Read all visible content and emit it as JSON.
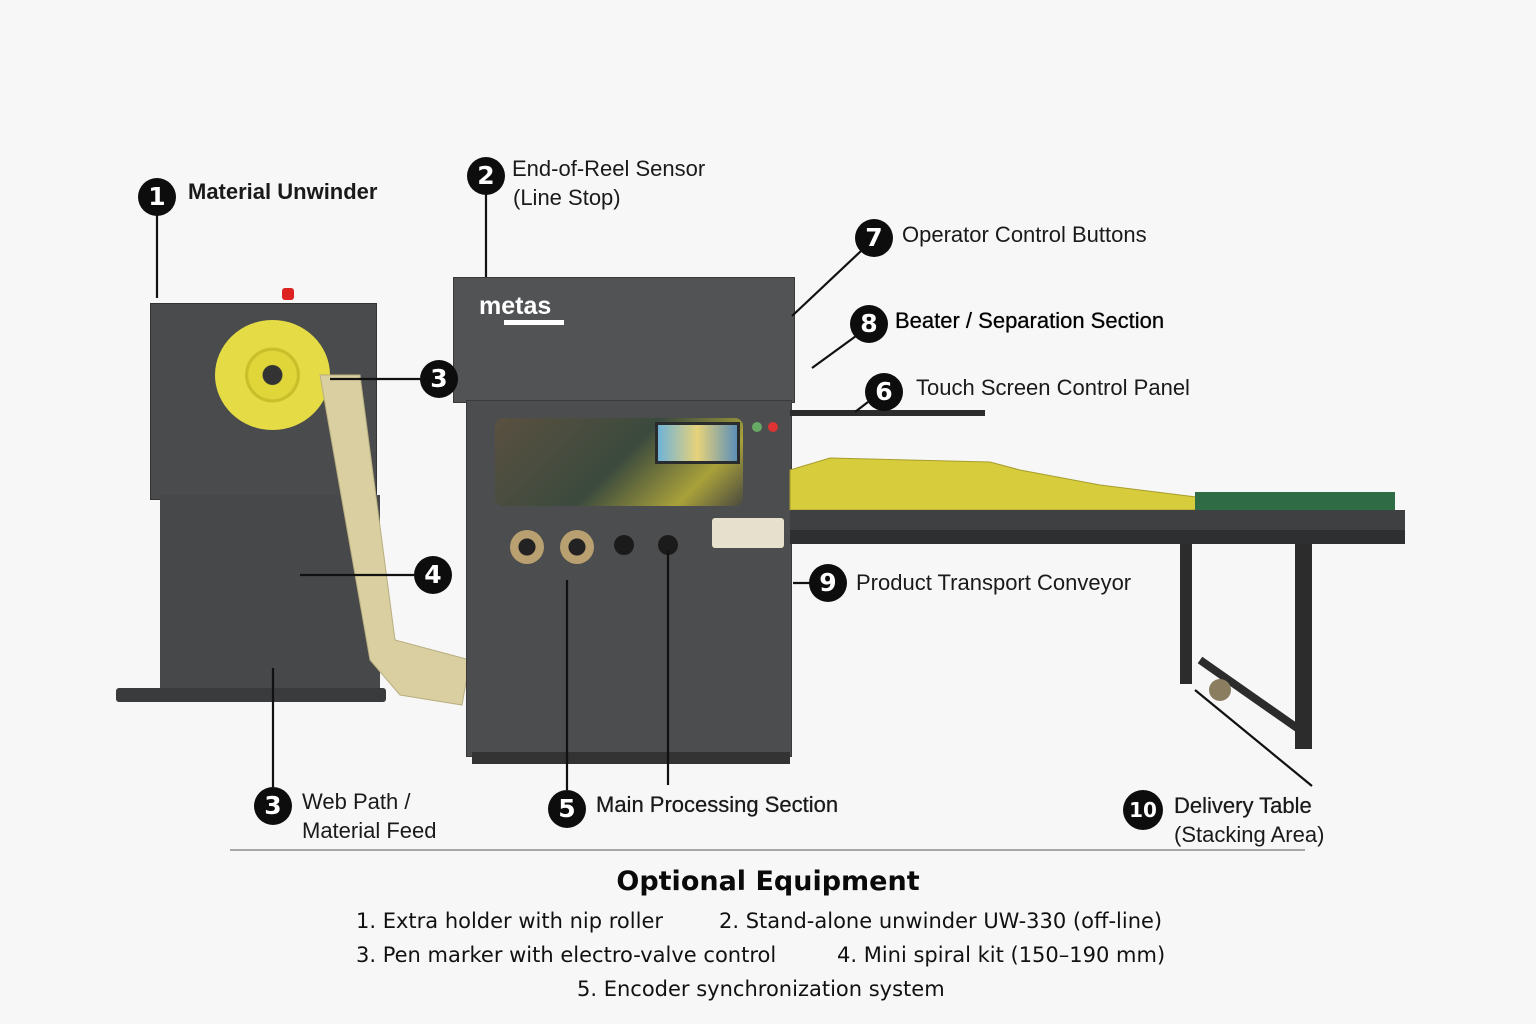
{
  "callouts": [
    {
      "number": "1",
      "label": "Material Unwinder"
    },
    {
      "number": "2",
      "label": "End-of-Reel Sensor",
      "sub": "(Line Stop)"
    },
    {
      "number": "3",
      "label": ""
    },
    {
      "number": "4",
      "label": ""
    },
    {
      "number": "7",
      "label": "Operator Control Buttons"
    },
    {
      "number": "8",
      "label": "Beater / Separation Section"
    },
    {
      "number": "6",
      "label": "Touch Screen Control Panel"
    },
    {
      "number": "9",
      "label": "Product Transport Conveyor"
    },
    {
      "number": "3",
      "label": "Web Path /",
      "sub": "Material Feed"
    },
    {
      "number": "5",
      "label": "Main Processing Section"
    },
    {
      "number": "10",
      "label": "Delivery Table",
      "sub": "(Stacking Area)"
    }
  ],
  "brand": {
    "logo": "metas"
  },
  "optional": {
    "title": "Optional Equipment",
    "items": [
      "1. Extra holder with nip roller",
      "2. Stand-alone unwinder UW-330 (off-line)",
      "3. Pen marker with electro-valve control",
      "4. Mini spiral kit (150–190 mm)",
      "5. Encoder synchronization system"
    ]
  },
  "colors": {
    "machine": "#4a4b4c",
    "material": "#d8d23a",
    "belt": "#2f6b45"
  }
}
